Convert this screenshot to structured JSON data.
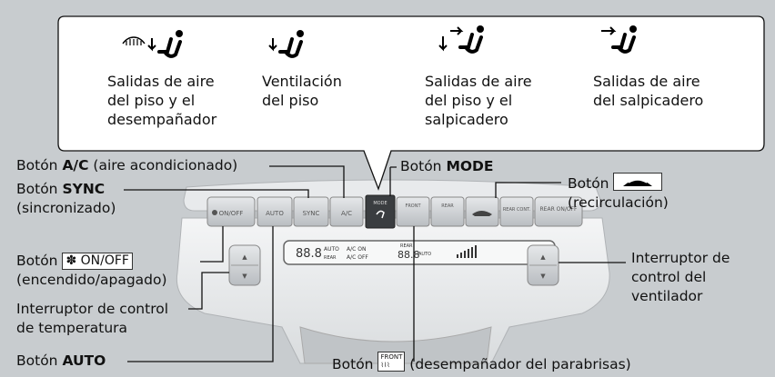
{
  "callout": {
    "modes": [
      {
        "icon": "defrost-floor-vent-icon",
        "line1": "Salidas de aire",
        "line2": "del piso y el",
        "line3": "desempañador"
      },
      {
        "icon": "floor-vent-icon",
        "line1": "Ventilación",
        "line2": "del piso",
        "line3": ""
      },
      {
        "icon": "floor-dash-vent-icon",
        "line1": "Salidas de aire",
        "line2": "del piso y el",
        "line3": "salpicadero"
      },
      {
        "icon": "dash-vent-icon",
        "line1": "Salidas de aire",
        "line2": "del salpicadero",
        "line3": ""
      }
    ]
  },
  "labels": {
    "ac": {
      "prefix": "Botón ",
      "bold": "A/C",
      "suffix": " (aire acondicionado)"
    },
    "sync": {
      "prefix": "Botón ",
      "bold": "SYNC",
      "line2": "(sincronizado)"
    },
    "onoff": {
      "prefix": "Botón ",
      "key": "ON/OFF",
      "line2": "(encendido/apagado)"
    },
    "temp": {
      "line1": "Interruptor de control",
      "line2": "de temperatura"
    },
    "auto": {
      "prefix": "Botón ",
      "bold": "AUTO"
    },
    "mode": {
      "prefix": "Botón ",
      "bold": "MODE"
    },
    "recirc": {
      "prefix": "Botón ",
      "line2": "(recirculación)"
    },
    "fan": {
      "line1": "Interruptor de",
      "line2": "control del",
      "line3": "ventilador"
    },
    "front": {
      "prefix": "Botón ",
      "suffix": " (desempañador del parabrisas)",
      "key": "FRONT"
    }
  },
  "panel": {
    "buttons": [
      "ON/OFF",
      "AUTO",
      "SYNC",
      "A/C",
      "MODE",
      "FRONT",
      "REAR",
      "",
      "REAR CONT.",
      "REAR ON/OFF"
    ],
    "display": {
      "temp_left": "88.8",
      "auto_top": "AUTO",
      "rear_tag": "REAR",
      "ac_on": "A/C ON",
      "ac_off": "A/C OFF",
      "rear_top": "REAR",
      "temp_right": "88.8",
      "auto_right": "AUTO"
    }
  }
}
